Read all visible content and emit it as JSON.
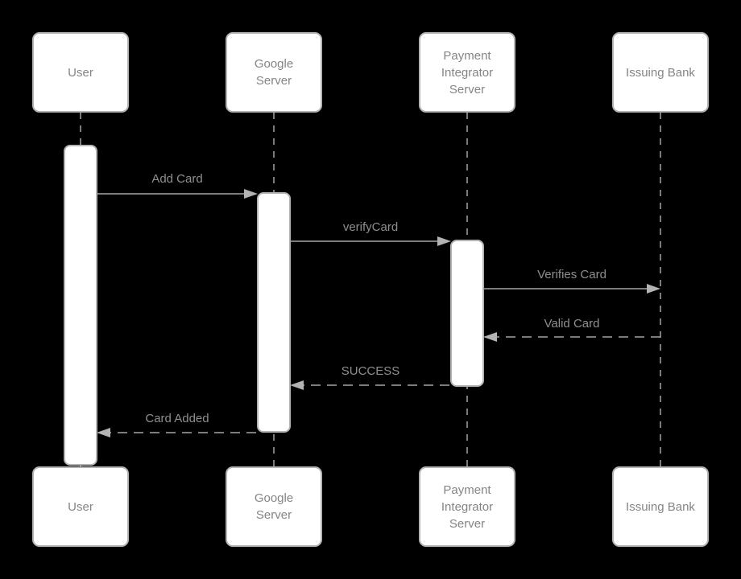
{
  "diagram": {
    "kind": "uml-sequence-diagram",
    "palette": {
      "background": "#000000",
      "box_fill": "#ffffff",
      "box_border": "#b3b3b3",
      "label_text": "#8f8f8f",
      "line": "#a6a6a6"
    }
  },
  "actors": [
    {
      "id": "user",
      "label": "User"
    },
    {
      "id": "google-server",
      "label": "Google\nServer"
    },
    {
      "id": "payment-integrator-server",
      "label": "Payment\nIntegrator\nServer"
    },
    {
      "id": "issuing-bank",
      "label": "Issuing Bank"
    }
  ],
  "messages": [
    {
      "label": "Add Card",
      "from": "User",
      "to": "Google Server",
      "line": "solid",
      "direction": "right"
    },
    {
      "label": "verifyCard",
      "from": "Google Server",
      "to": "Payment Integrator Server",
      "line": "solid",
      "direction": "right"
    },
    {
      "label": "Verifies Card",
      "from": "Payment Integrator Server",
      "to": "Issuing Bank",
      "line": "solid",
      "direction": "right"
    },
    {
      "label": "Valid Card",
      "from": "Issuing Bank",
      "to": "Payment Integrator Server",
      "line": "dashed",
      "direction": "left"
    },
    {
      "label": "SUCCESS",
      "from": "Payment Integrator Server",
      "to": "Google Server",
      "line": "dashed",
      "direction": "left"
    },
    {
      "label": "Card Added",
      "from": "Google Server",
      "to": "User",
      "line": "dashed",
      "direction": "left"
    }
  ]
}
